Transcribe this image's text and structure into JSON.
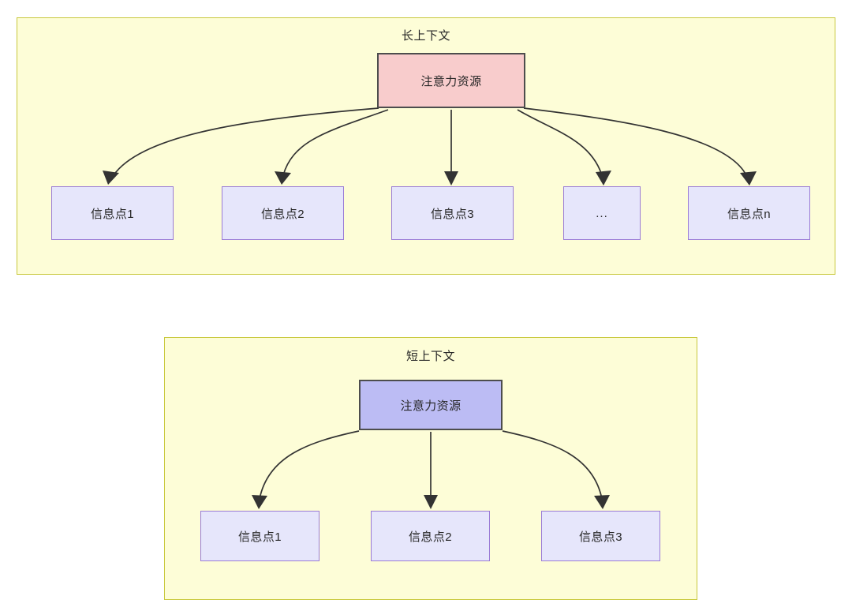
{
  "diagram": {
    "title_implicit": "",
    "colors": {
      "group_fill": "#fdfdd7",
      "group_border": "#c8c83c",
      "attention_long_fill": "#f8cccc",
      "attention_short_fill": "#bcbcf4",
      "attention_border": "#4d4d4d",
      "info_fill": "#e6e6fb",
      "info_border": "#9a7bd6",
      "edge_stroke": "#333333",
      "text": "#262626"
    },
    "groups": [
      {
        "id": "long",
        "title": "长上下文",
        "root": {
          "label": "注意力资源"
        },
        "children": [
          {
            "label": "信息点1"
          },
          {
            "label": "信息点2"
          },
          {
            "label": "信息点3"
          },
          {
            "label": "..."
          },
          {
            "label": "信息点n"
          }
        ]
      },
      {
        "id": "short",
        "title": "短上下文",
        "root": {
          "label": "注意力资源"
        },
        "children": [
          {
            "label": "信息点1"
          },
          {
            "label": "信息点2"
          },
          {
            "label": "信息点3"
          }
        ]
      }
    ]
  }
}
